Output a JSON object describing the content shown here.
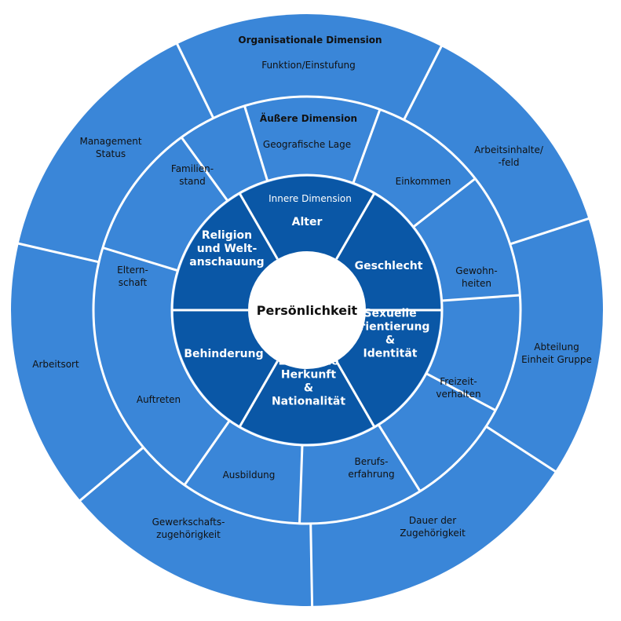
{
  "colors": {
    "outer_ring": "#3a86d8",
    "middle_ring": "#3a86d8",
    "inner_ring": "#0a57a6",
    "center": "#ffffff",
    "separator": "#ffffff"
  },
  "center": {
    "label": "Persönlichkeit"
  },
  "inner": {
    "heading": "Innere Dimension",
    "items": {
      "alter": [
        "Alter"
      ],
      "geschlecht": [
        "Geschlecht"
      ],
      "sexuelle": [
        "Sexuelle",
        "Orientierung",
        "&",
        "Identität"
      ],
      "ethnische": [
        "Ethnische",
        "Herkunft",
        "&",
        "Nationalität"
      ],
      "behinderung": [
        "Behinderung"
      ],
      "religion": [
        "Religion",
        "und Welt-",
        "anschauung"
      ]
    }
  },
  "middle": {
    "heading": "Äußere Dimension",
    "items": {
      "geografische": [
        "Geografische Lage"
      ],
      "einkommen": [
        "Einkommen"
      ],
      "gewohnheiten": [
        "Gewohn-",
        "heiten"
      ],
      "freizeit": [
        "Freizeit-",
        "verhalten"
      ],
      "berufserfahrung": [
        "Berufs-",
        "erfahrung"
      ],
      "ausbildung": [
        "Ausbildung"
      ],
      "auftreten": [
        "Auftreten"
      ],
      "elternschaft": [
        "Eltern-",
        "schaft"
      ],
      "familienstand": [
        "Familien-",
        "stand"
      ]
    }
  },
  "outer": {
    "heading": "Organisationale Dimension",
    "items": {
      "funktion": [
        "Funktion/Einstufung"
      ],
      "arbeitsinhalte": [
        "Arbeitsinhalte/",
        "-feld"
      ],
      "abteilung": [
        "Abteilung",
        "Einheit Gruppe"
      ],
      "dauer": [
        "Dauer der",
        "Zugehörigkeit"
      ],
      "gewerkschaft": [
        "Gewerkschafts-",
        "zugehörigkeit"
      ],
      "arbeitsort": [
        "Arbeitsort"
      ],
      "management": [
        "Management",
        "Status"
      ]
    }
  }
}
